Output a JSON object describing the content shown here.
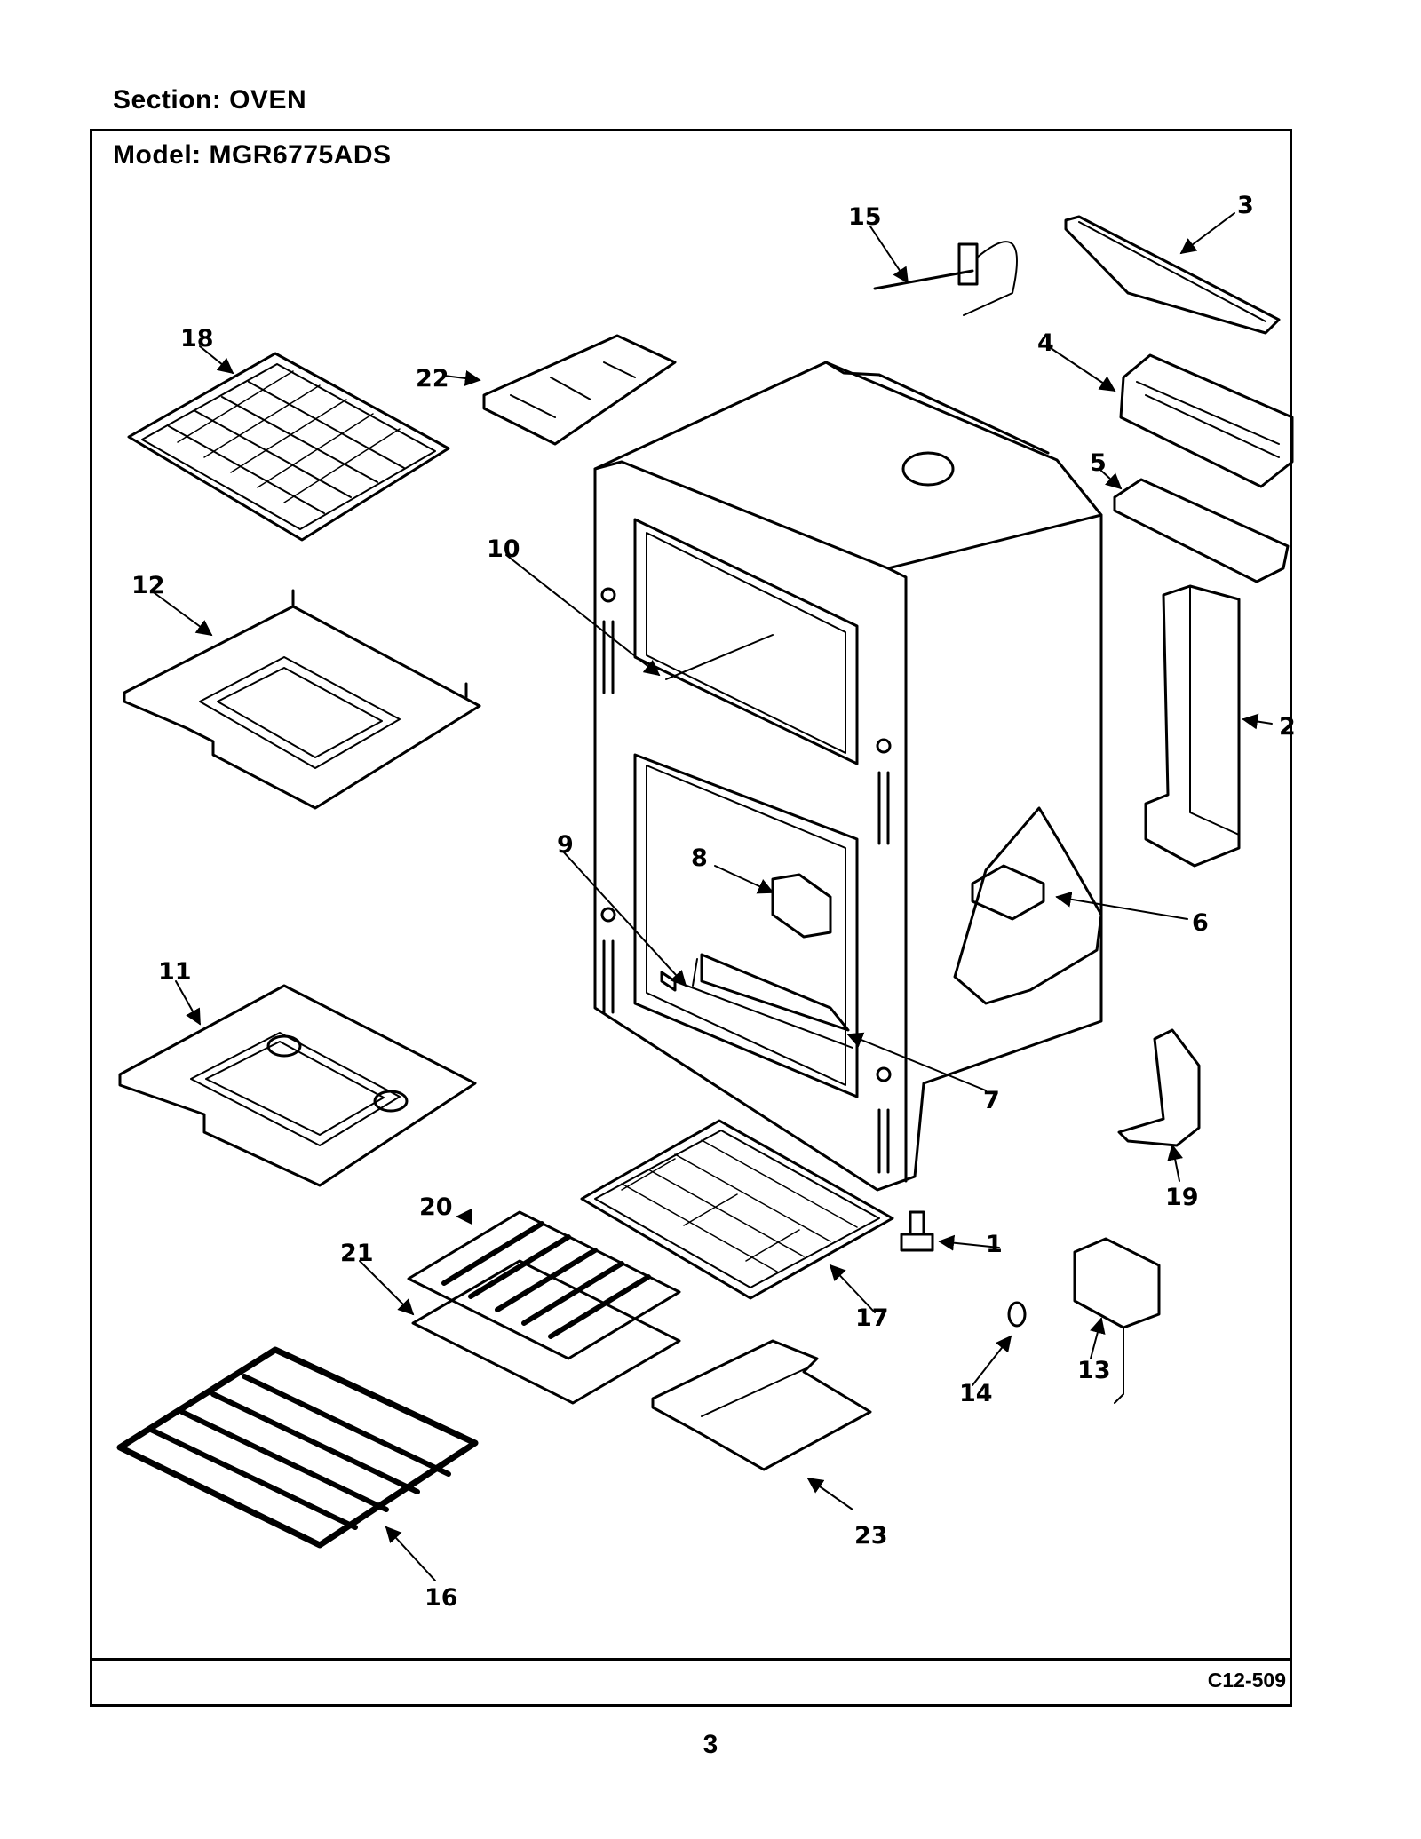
{
  "section_label": "Section:  OVEN",
  "model_label": "Model:  MGR6775ADS",
  "diagram_code": "C12-509",
  "page_number": "3",
  "callouts": [
    "1",
    "2",
    "3",
    "4",
    "5",
    "6",
    "7",
    "8",
    "9",
    "10",
    "11",
    "12",
    "13",
    "14",
    "15",
    "16",
    "17",
    "18",
    "19",
    "20",
    "21",
    "22",
    "23"
  ]
}
